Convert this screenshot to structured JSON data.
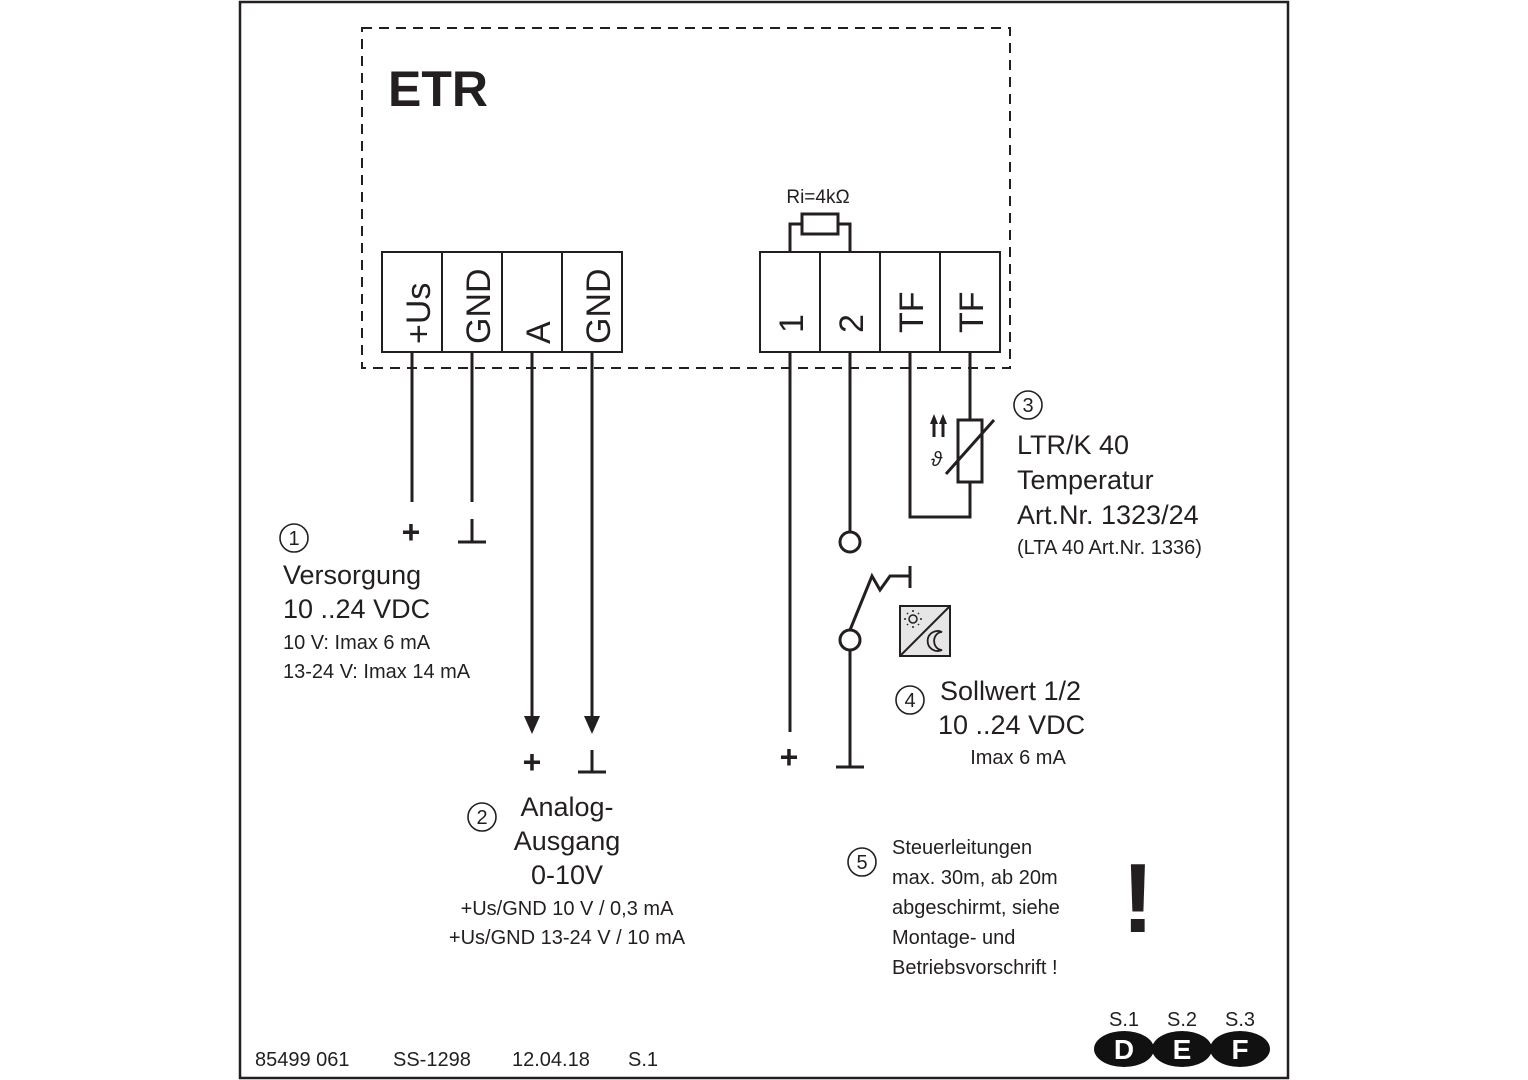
{
  "device": {
    "name": "ETR"
  },
  "terminals_left": [
    "+Us",
    "GND",
    "A",
    "GND"
  ],
  "terminals_right": [
    "1",
    "2",
    "TF",
    "TF"
  ],
  "resistor_label": "Ri=4kΩ",
  "supply": {
    "number": "1",
    "plus": "+",
    "title": "Versorgung",
    "voltage": "10 ..24 VDC",
    "line1": "10 V: Imax 6 mA",
    "line2": "13-24 V: Imax 14 mA"
  },
  "analog": {
    "number": "2",
    "plus": "+",
    "title1": "Analog-",
    "title2": "Ausgang",
    "range": "0-10V",
    "line1": "+Us/GND 10 V / 0,3 mA",
    "line2": "+Us/GND 13-24 V / 10 mA"
  },
  "sensor": {
    "number": "3",
    "title": "LTR/K 40",
    "subtitle": "Temperatur",
    "art": "Art.Nr. 1323/24",
    "alt": "(LTA 40 Art.Nr. 1336)"
  },
  "setpoint": {
    "number": "4",
    "plus": "+",
    "title": "Sollwert 1/2",
    "voltage": "10 ..24 VDC",
    "current": "Imax 6 mA"
  },
  "note": {
    "number": "5",
    "lines": [
      "Steuerleitungen",
      "max. 30m, ab 20m",
      "abgeschirmt, siehe",
      "Montage- und",
      "Betriebsvorschrift !"
    ],
    "mark": "!"
  },
  "footer": {
    "code": "85499 061",
    "ref": "SS-1298",
    "date": "12.04.18",
    "page": "S.1"
  },
  "languages": [
    {
      "page": "S.1",
      "code": "D"
    },
    {
      "page": "S.2",
      "code": "E"
    },
    {
      "page": "S.3",
      "code": "F"
    }
  ]
}
